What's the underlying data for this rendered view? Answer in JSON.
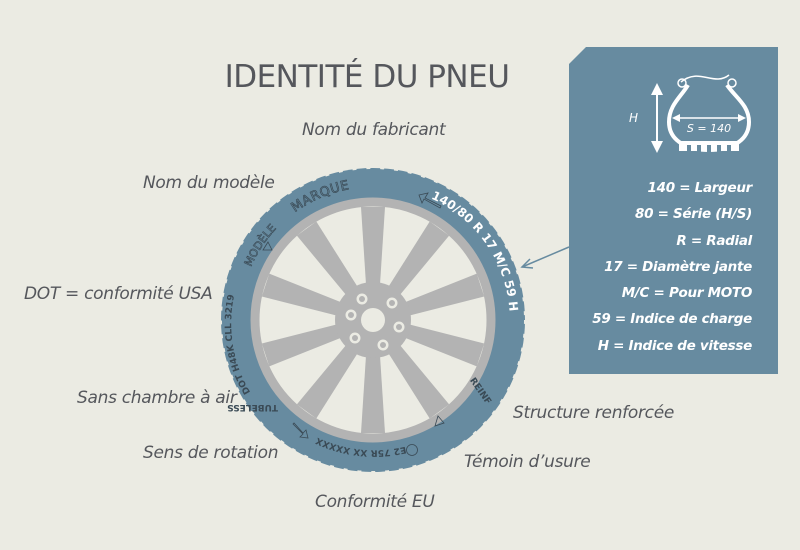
{
  "title": "IDENTITÉ DU PNEU",
  "labels": {
    "manufacturer": "Nom du fabricant",
    "model": "Nom du modèle",
    "dot": "DOT = conformité USA",
    "tubeless": "Sans chambre à air",
    "rotation": "Sens de rotation",
    "eu": "Conformité EU",
    "wear": "Témoin d’usure",
    "reinforced": "Structure renforcée"
  },
  "tire_markings": {
    "brand": "MARQUE",
    "model": "MODÈLE",
    "size": "140/80 R 17 M/C 59 H",
    "dot": "DOT H48K CLL 3219",
    "tubeless": "TUBELESS",
    "eu_code": "E2 75R XX XXXXX",
    "reinf": "REINF"
  },
  "panel": {
    "schematic": {
      "height_label": "H",
      "width_label": "S = 140"
    },
    "legend": [
      "140 = Largeur",
      "80 = Série (H/S)",
      "R = Radial",
      "17 = Diamètre jante",
      "M/C = Pour MOTO",
      "59 = Indice de charge",
      "H = Indice de vitesse"
    ]
  },
  "colors": {
    "background": "#ebebe3",
    "tire": "#678ba0",
    "rim": "#b3b3b3",
    "text": "#55575c",
    "panel": "#678ba0",
    "marking_dark": "#3a4a55"
  }
}
